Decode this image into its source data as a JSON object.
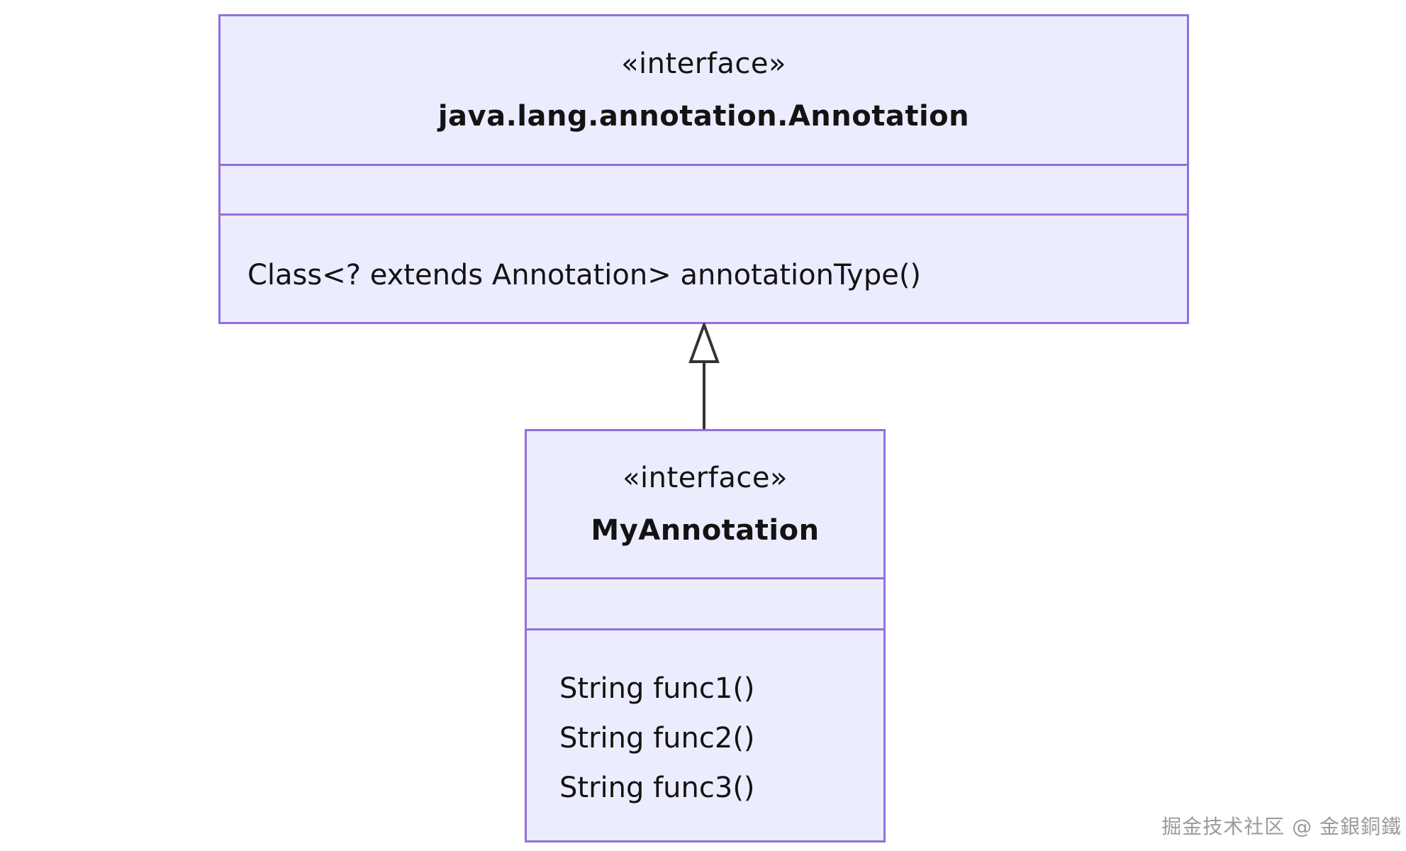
{
  "diagram": {
    "type": "uml-class-diagram",
    "classes": [
      {
        "stereotype": "«interface»",
        "name": "java.lang.annotation.Annotation",
        "fields": [],
        "methods": [
          "Class<? extends Annotation> annotationType()"
        ]
      },
      {
        "stereotype": "«interface»",
        "name": "MyAnnotation",
        "fields": [],
        "methods": [
          "String func1()",
          "String func2()",
          "String func3()"
        ]
      }
    ],
    "relationship": {
      "type": "inheritance",
      "from": "MyAnnotation",
      "to": "java.lang.annotation.Annotation",
      "marker": "hollow-triangle"
    }
  },
  "watermark": "掘金技术社区 @ 金銀銅鐵",
  "colors": {
    "background": "#ffffff",
    "box_fill": "#ECECFF",
    "box_border": "#9370DB",
    "text": "#131313",
    "arrow": "#333333",
    "watermark": "#9b9b9b"
  }
}
